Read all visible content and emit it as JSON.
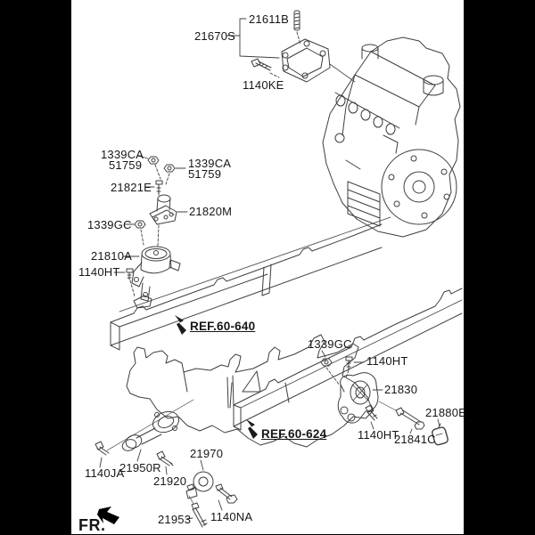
{
  "diagram": {
    "type": "parts-diagram",
    "subject": "engine and transaxle mounting",
    "direction_indicator": "FR.",
    "reference_labels": [
      {
        "id": "ref640",
        "text": "REF.60-640"
      },
      {
        "id": "ref624",
        "text": "REF.60-624"
      }
    ]
  },
  "labels": {
    "l21611b": "21611B",
    "l21670s": "21670S",
    "l1140ke": "1140KE",
    "l1339ca_1": "1339CA",
    "l51759_1": "51759",
    "l1339ca_2": "1339CA",
    "l51759_2": "51759",
    "l21821e": "21821E",
    "l21820m": "21820M",
    "l1339gc_1": "1339GC",
    "l21810a": "21810A",
    "l1140ht_1": "1140HT",
    "ref640": "REF.60-640",
    "l1339gc_2": "1339GC",
    "l1140ht_2": "1140HT",
    "l21830": "21830",
    "l21880e": "21880E",
    "l1140ht_3": "1140HT",
    "l21841c": "21841C",
    "ref624": "REF.60-624",
    "l1140ja": "1140JA",
    "l21950r": "21950R",
    "l21920": "21920",
    "l21970": "21970",
    "l21953": "21953",
    "l1140na": "1140NA",
    "fr": "FR."
  },
  "colors": {
    "background": "#ffffff",
    "side_bars": "#000000",
    "line_art": "#3f3f3f",
    "text": "#161616"
  }
}
